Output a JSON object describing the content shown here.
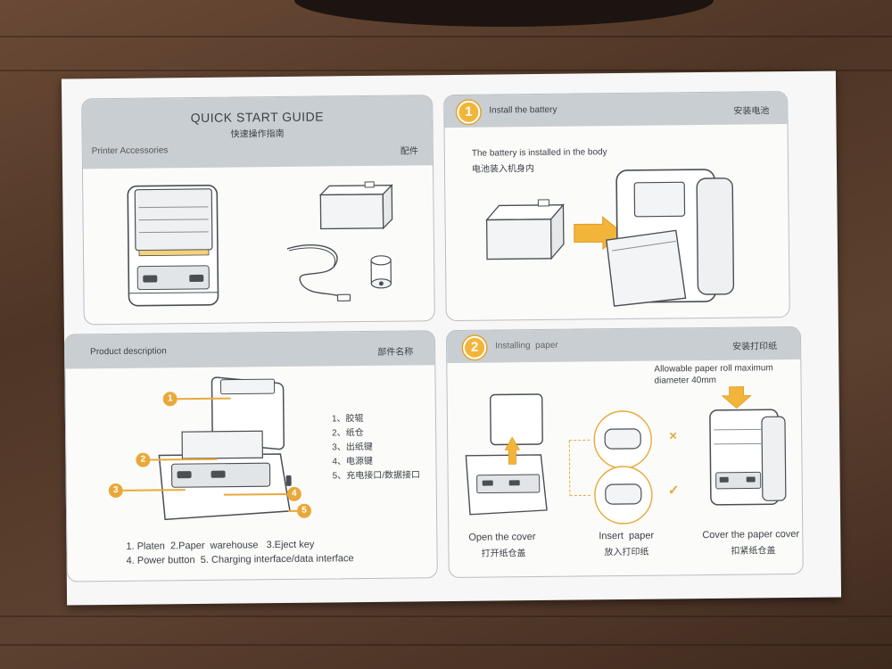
{
  "accessories_panel": {
    "title": "QUICK START GUIDE",
    "title_cn": "快速操作指南",
    "subtitle": "Printer Accessories",
    "subtitle_cn": "配件"
  },
  "battery_panel": {
    "step_number": "1",
    "title": "Install the battery",
    "title_cn": "安装电池",
    "note": "The battery is installed in the body",
    "note_cn": "电池装入机身内"
  },
  "product_panel": {
    "title": "Product description",
    "title_cn": "部件名称",
    "callouts": [
      "1",
      "2",
      "3",
      "4",
      "5"
    ],
    "parts_cn": [
      "1、胶辊",
      "2、纸仓",
      "3、出纸键",
      "4、电源键",
      "5、充电接口/数据接口"
    ],
    "parts_en_line1": "1. Platen  2.Paper  warehouse   3.Eject key",
    "parts_en_line2": "4. Power button  5. Charging interface/data interface"
  },
  "paper_panel": {
    "step_number": "2",
    "title": "Installing  paper",
    "title_cn": "安装打印纸",
    "note_line1": "Allowable paper roll maximum",
    "note_line2": "diameter 40mm",
    "steps": [
      {
        "label": "Open the cover",
        "label_cn": "打开纸仓盖"
      },
      {
        "label": "Insert  paper",
        "label_cn": "放入打印纸"
      },
      {
        "label": "Cover the paper cover",
        "label_cn": "扣紧纸仓盖"
      }
    ],
    "wrong_mark": "×",
    "right_mark": "✓"
  },
  "colors": {
    "accent": "#f3b43a",
    "header_gray": "#c9ced2",
    "line_art": "#4a4f54"
  }
}
